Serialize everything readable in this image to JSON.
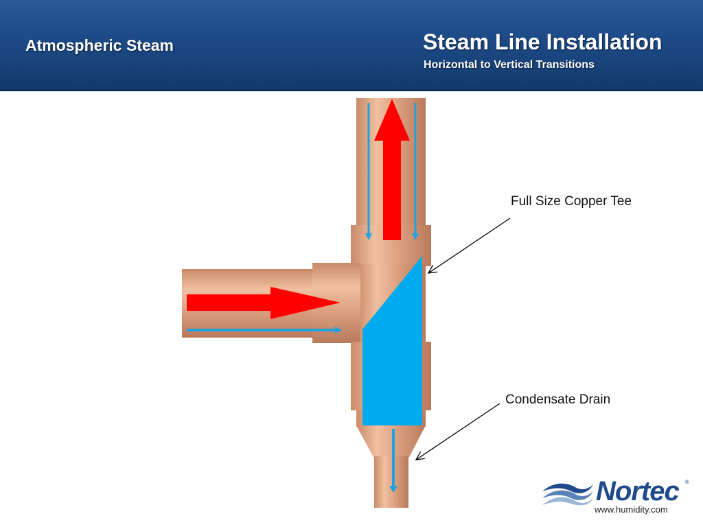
{
  "header": {
    "left_title": "Atmospheric Steam",
    "main_title": "Steam Line Installation",
    "subtitle": "Horizontal to Vertical Transitions"
  },
  "labels": {
    "tee": "Full Size Copper Tee",
    "drain": "Condensate Drain"
  },
  "logo": {
    "brand": "Nortec",
    "registered": "®",
    "url": "www.humidity.com"
  },
  "colors": {
    "header_blue": "#1d4a86",
    "copper": "#d9a07f",
    "steam_arrow": "#ff0000",
    "condensate": "#00aaee",
    "brand_blue": "#1f4a8c"
  }
}
